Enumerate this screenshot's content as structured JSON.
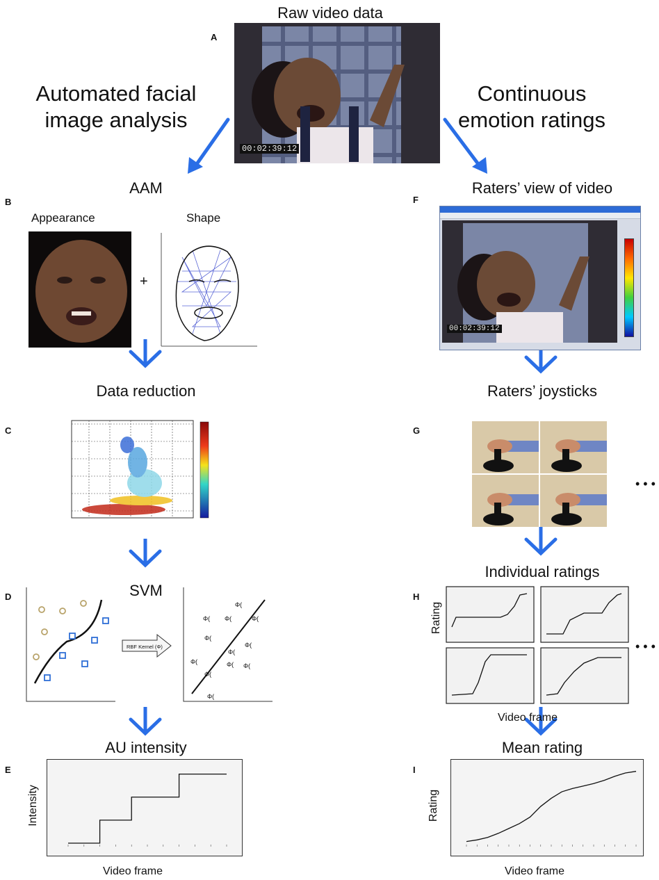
{
  "titles": {
    "raw": "Raw video data",
    "auto_line1": "Automated facial",
    "auto_line2": "image analysis",
    "cont_line1": "Continuous",
    "cont_line2": "emotion ratings",
    "aam": "AAM",
    "appearance": "Appearance",
    "shape": "Shape",
    "data_reduction": "Data reduction",
    "svm": "SVM",
    "au_intensity": "AU intensity",
    "raters_view": "Raters’ view of video",
    "raters_joysticks": "Raters’ joysticks",
    "individual_ratings": "Individual ratings",
    "mean_rating": "Mean rating"
  },
  "letters": {
    "a": "A",
    "b": "B",
    "c": "C",
    "d": "D",
    "e": "E",
    "f": "F",
    "g": "G",
    "h": "H",
    "i": "I"
  },
  "labels": {
    "timecode_a": "00:02:39:12",
    "timecode_f": "00:02:39:12",
    "plus": "+",
    "rbf": "RBF Kernel (Φ)",
    "intensity": "Intensity",
    "video_frame_e": "Video frame",
    "rating_h": "Rating",
    "video_frame_h": "Video frame",
    "rating_i": "Rating",
    "video_frame_i": "Video frame",
    "ellipsis": "• • •"
  },
  "colors": {
    "arrow": "#2a6ee6",
    "circle": "#b8a36a",
    "square": "#2f6fd6",
    "window_title": "#2d6bd6"
  },
  "chart_data": [
    {
      "type": "line",
      "name": "AU intensity",
      "x": [
        0,
        1,
        2,
        3,
        4,
        5,
        6,
        7,
        8,
        9,
        10
      ],
      "y": [
        0,
        0,
        1,
        1,
        2,
        2,
        2,
        3,
        3,
        3,
        3
      ]
    },
    {
      "type": "line",
      "name": "Mean rating",
      "x": [
        0,
        1,
        2,
        3,
        4,
        5,
        6,
        7,
        8,
        9,
        10,
        11,
        12,
        13,
        14,
        15,
        16
      ],
      "y": [
        0.02,
        0.04,
        0.07,
        0.12,
        0.18,
        0.24,
        0.32,
        0.45,
        0.55,
        0.63,
        0.67,
        0.7,
        0.73,
        0.77,
        0.82,
        0.86,
        0.88
      ]
    }
  ]
}
